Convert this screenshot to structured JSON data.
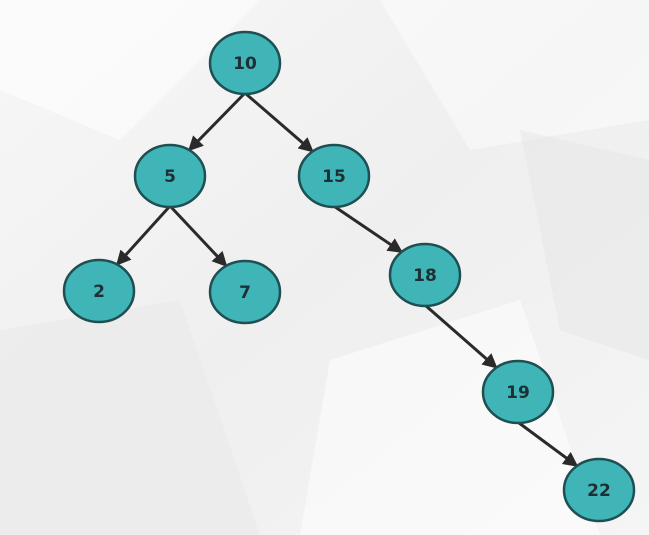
{
  "diagram": {
    "type": "binary-search-tree",
    "colors": {
      "node_fill": "#3fb5b8",
      "node_stroke": "#1f4f52",
      "label": "#1f2f33",
      "edge": "#2a2a2a"
    },
    "nodes": [
      {
        "id": "n10",
        "label": "10"
      },
      {
        "id": "n5",
        "label": "5"
      },
      {
        "id": "n15",
        "label": "15"
      },
      {
        "id": "n2",
        "label": "2"
      },
      {
        "id": "n7",
        "label": "7"
      },
      {
        "id": "n18",
        "label": "18"
      },
      {
        "id": "n19",
        "label": "19"
      },
      {
        "id": "n22",
        "label": "22"
      }
    ],
    "edges": [
      {
        "from": "n10",
        "to": "n5"
      },
      {
        "from": "n10",
        "to": "n15"
      },
      {
        "from": "n5",
        "to": "n2"
      },
      {
        "from": "n5",
        "to": "n7"
      },
      {
        "from": "n15",
        "to": "n18"
      },
      {
        "from": "n18",
        "to": "n19"
      },
      {
        "from": "n19",
        "to": "n22"
      }
    ]
  }
}
